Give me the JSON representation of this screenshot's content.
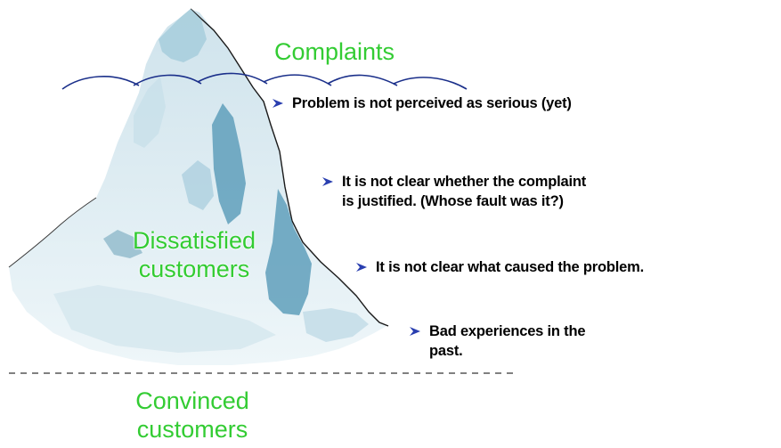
{
  "labels": {
    "complaints": "Complaints",
    "dissatisfied_line1": "Dissatisfied",
    "dissatisfied_line2": "customers",
    "convinced_line1": "Convinced",
    "convinced_line2": "customers"
  },
  "reasons": [
    "Problem is not perceived as serious (yet)",
    "It is not clear whether the complaint\nis justified. (Whose fault was it?)",
    "It is not clear what caused the problem.",
    "Bad experiences in the\npast."
  ],
  "colors": {
    "label_green": "#33cc33",
    "wave_blue": "#1a2f8a",
    "ice_light": "#e6f1f6",
    "ice_mid": "#a9cedd",
    "ice_dark": "#5f9fbb",
    "arrow_blue": "#2a3fb0"
  },
  "icons": {
    "bullet": "arrowhead-bullet-icon"
  }
}
